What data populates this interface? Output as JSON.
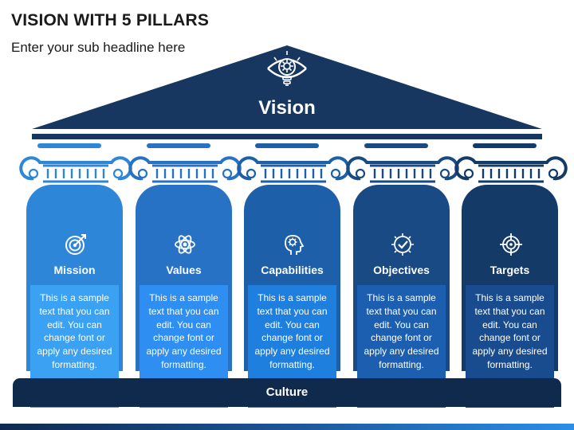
{
  "header": {
    "title": "VISION WITH 5 PILLARS",
    "subtitle": "Enter your sub headline here"
  },
  "roof": {
    "label": "Vision",
    "icon": "eye-lightbulb-gear-icon",
    "color": "#173760"
  },
  "pillars": [
    {
      "label": "Mission",
      "icon": "target-arrow-icon",
      "text": "This is a sample text that you can edit. You can change font or apply any desired formatting.",
      "color": "#2e86d8",
      "box_color": "#3ba1f3"
    },
    {
      "label": "Values",
      "icon": "atom-icon",
      "text": "This is a sample text that you can edit. You can change font or apply any desired formatting.",
      "color": "#2772c4",
      "box_color": "#2f8ef2"
    },
    {
      "label": "Capabilities",
      "icon": "head-gears-icon",
      "text": "This is a sample text that you can edit. You can change font or apply any desired formatting.",
      "color": "#1d5fa8",
      "box_color": "#1f7fde"
    },
    {
      "label": "Objectives",
      "icon": "badge-check-icon",
      "text": "This is a sample text that you can edit. You can change font or apply any desired formatting.",
      "color": "#1a4a84",
      "box_color": "#1c5fb0"
    },
    {
      "label": "Targets",
      "icon": "crosshair-icon",
      "text": "This is a sample text that you can edit. You can change font or apply any desired formatting.",
      "color": "#143a68",
      "box_color": "#184c8e"
    }
  ],
  "base": {
    "label": "Culture",
    "color": "#0f2a4d"
  }
}
